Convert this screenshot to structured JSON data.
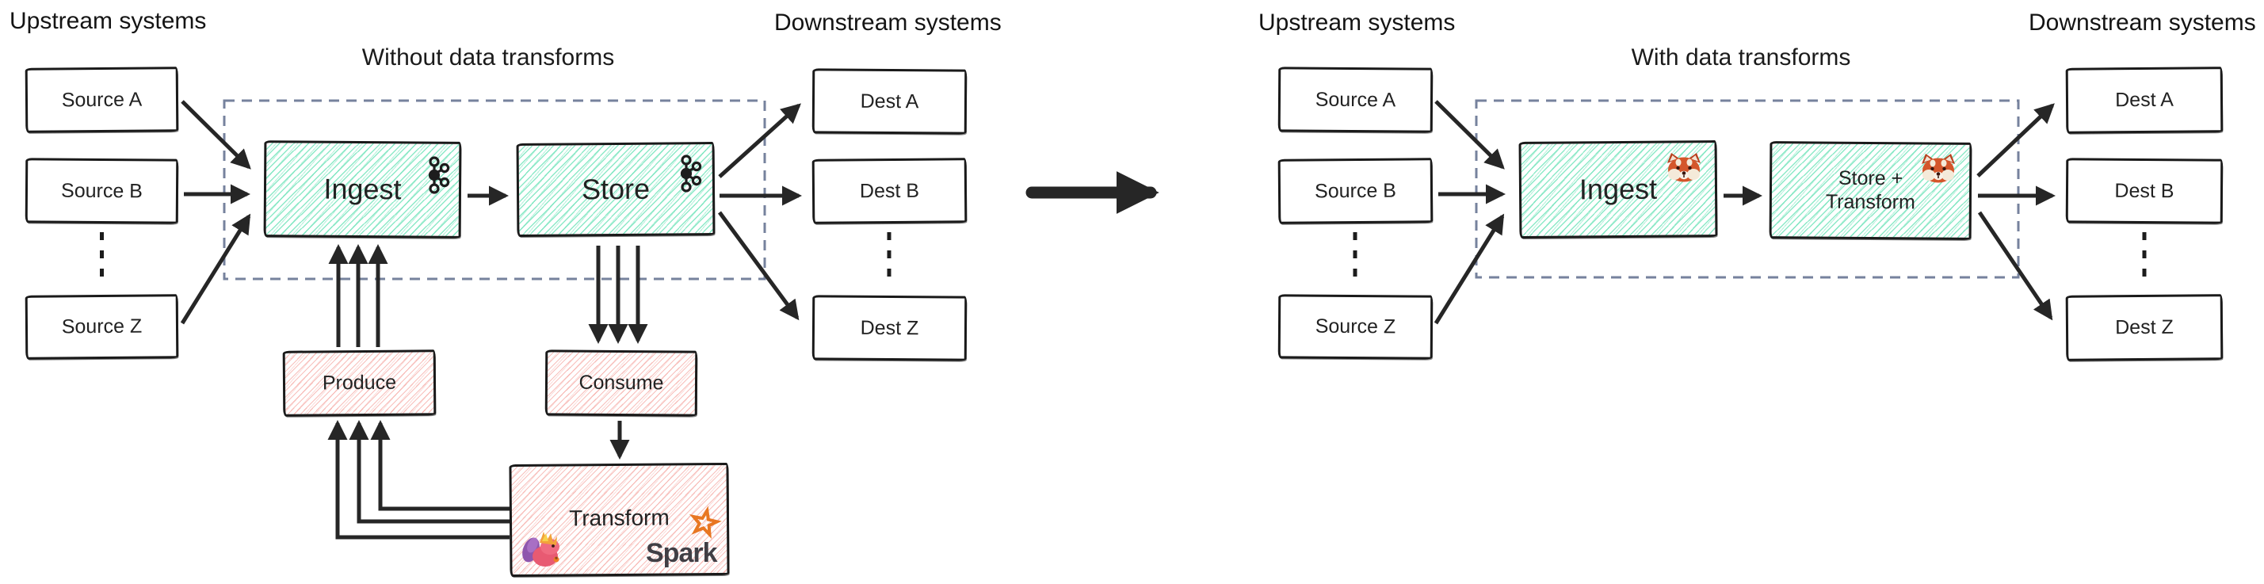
{
  "left_diagram": {
    "upstream_header": "Upstream systems",
    "downstream_header": "Downstream systems",
    "title": "Without data transforms",
    "sources": [
      "Source A",
      "Source B",
      "Source Z"
    ],
    "destinations": [
      "Dest A",
      "Dest B",
      "Dest Z"
    ],
    "nodes": {
      "ingest": "Ingest",
      "store": "Store",
      "produce": "Produce",
      "consume": "Consume",
      "transform": "Transform"
    },
    "logos": {
      "spark": "Spark"
    }
  },
  "right_diagram": {
    "upstream_header": "Upstream systems",
    "downstream_header": "Downstream systems",
    "title": "With data transforms",
    "sources": [
      "Source A",
      "Source B",
      "Source Z"
    ],
    "destinations": [
      "Dest A",
      "Dest B",
      "Dest Z"
    ],
    "nodes": {
      "ingest": "Ingest",
      "store_transform_line1": "Store +",
      "store_transform_line2": "Transform"
    }
  },
  "colors": {
    "ink": "#1f1f1f",
    "hatch_green": "#68e2b6",
    "hatch_pink": "#f49690",
    "dashed_border": "#76829d",
    "spark_orange": "#e87722",
    "redpanda_orange": "#d4562b",
    "flink_pink": "#e85a72",
    "flink_purple": "#8f56ad"
  }
}
